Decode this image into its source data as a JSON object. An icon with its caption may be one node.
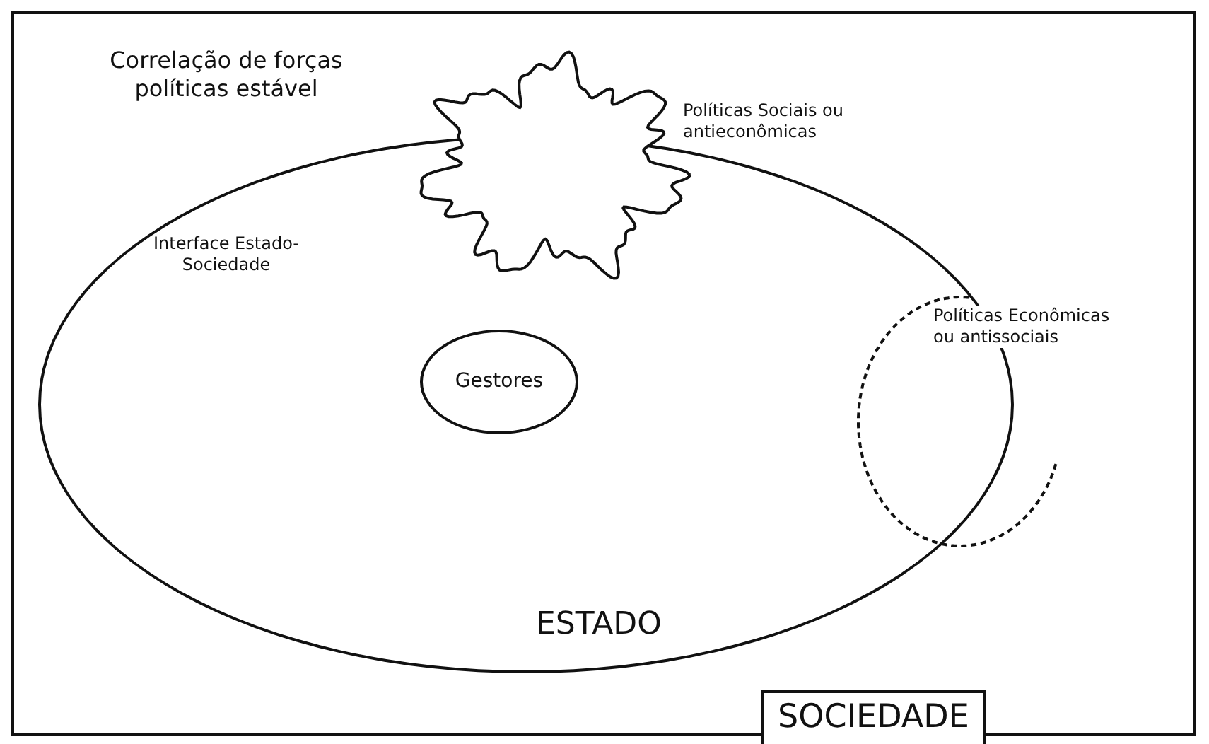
{
  "diagram": {
    "nodes": [
      {
        "text": [
          "SOCIEDADE"
        ]
      },
      {
        "text": [
          "ESTADO"
        ],
        "in": 0
      },
      {
        "text": [
          "Gestores"
        ],
        "in": 1
      },
      {
        "text": [
          "Políticas Sociais ou antieconômicas"
        ],
        "in": 0
      },
      {
        "text": [
          "Políticas Econômicas ou antissociais"
        ],
        "in": 0
      }
    ],
    "labels": [
      "Correlação de forças políticas estável",
      "Interface Estado-Sociedade"
    ]
  }
}
